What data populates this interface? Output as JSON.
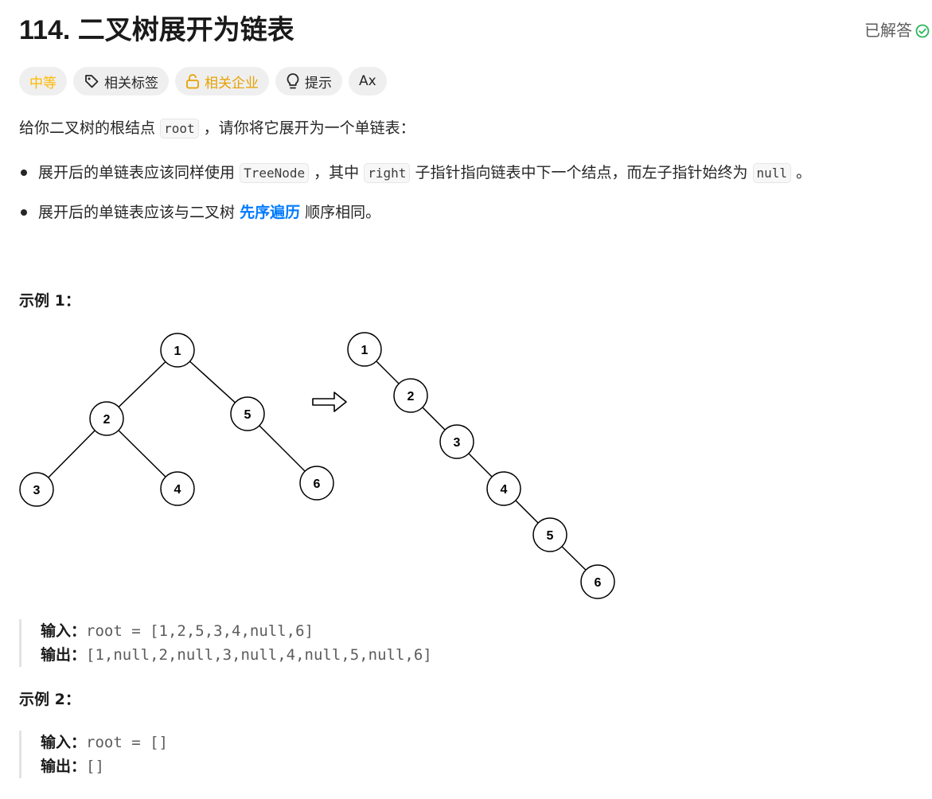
{
  "problem": {
    "title": "114. 二叉树展开为链表",
    "status": "已解答"
  },
  "tags": {
    "difficulty": "中等",
    "related_topics": "相关标签",
    "related_companies": "相关企业",
    "hints": "提示",
    "translate_icon_label": "Ax"
  },
  "description": {
    "p1_before": "给你二叉树的根结点",
    "p1_code": "root",
    "p1_after": "，请你将它展开为一个单链表：",
    "b1_part1": "展开后的单链表应该同样使用",
    "b1_code1": "TreeNode",
    "b1_part2": "，其中",
    "b1_code2": "right",
    "b1_part3": "子指针指向链表中下一个结点，而左子指针始终为",
    "b1_code3": "null",
    "b1_part4": "。",
    "b2_part1": "展开后的单链表应该与二叉树",
    "b2_link": "先序遍历",
    "b2_part2": "顺序相同。"
  },
  "example1": {
    "title": "示例 1：",
    "input_label": "输入：",
    "input_value": "root = [1,2,5,3,4,null,6]",
    "output_label": "输出：",
    "output_value": "[1,null,2,null,3,null,4,null,5,null,6]",
    "tree_nodes": [
      "1",
      "2",
      "5",
      "3",
      "4",
      "6"
    ],
    "list_nodes": [
      "1",
      "2",
      "3",
      "4",
      "5",
      "6"
    ]
  },
  "example2": {
    "title": "示例 2：",
    "input_label": "输入：",
    "input_value": "root = []",
    "output_label": "输出：",
    "output_value": "[]"
  },
  "icons": {
    "solved": "check-circle-icon",
    "topics": "tag-icon",
    "companies": "lock-icon",
    "hints": "lightbulb-icon",
    "translate": "translate-icon",
    "arrow": "right-arrow-icon"
  },
  "colors": {
    "difficulty_medium": "#ffb800",
    "solved_green": "#2db55d",
    "link_blue": "#007aff",
    "tag_bg": "#efefef"
  }
}
